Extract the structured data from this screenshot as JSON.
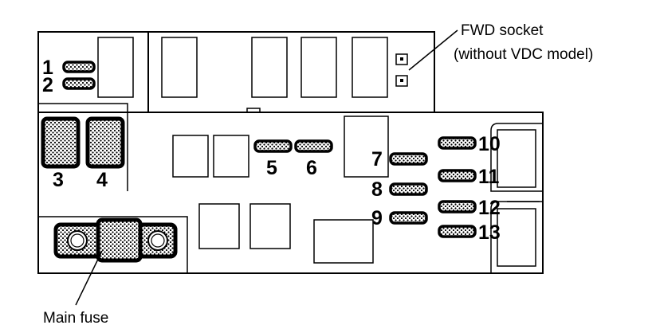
{
  "annotations": {
    "fwd_socket": "FWD socket",
    "fwd_socket_note": "(without VDC model)",
    "main_fuse": "Main fuse"
  },
  "fuse_labels": {
    "f1": "1",
    "f2": "2",
    "f3": "3",
    "f4": "4",
    "f5": "5",
    "f6": "6",
    "f7": "7",
    "f8": "8",
    "f9": "9",
    "f10": "10",
    "f11": "11",
    "f12": "12",
    "f13": "13"
  },
  "colors": {
    "line": "#000000",
    "background": "#ffffff"
  }
}
